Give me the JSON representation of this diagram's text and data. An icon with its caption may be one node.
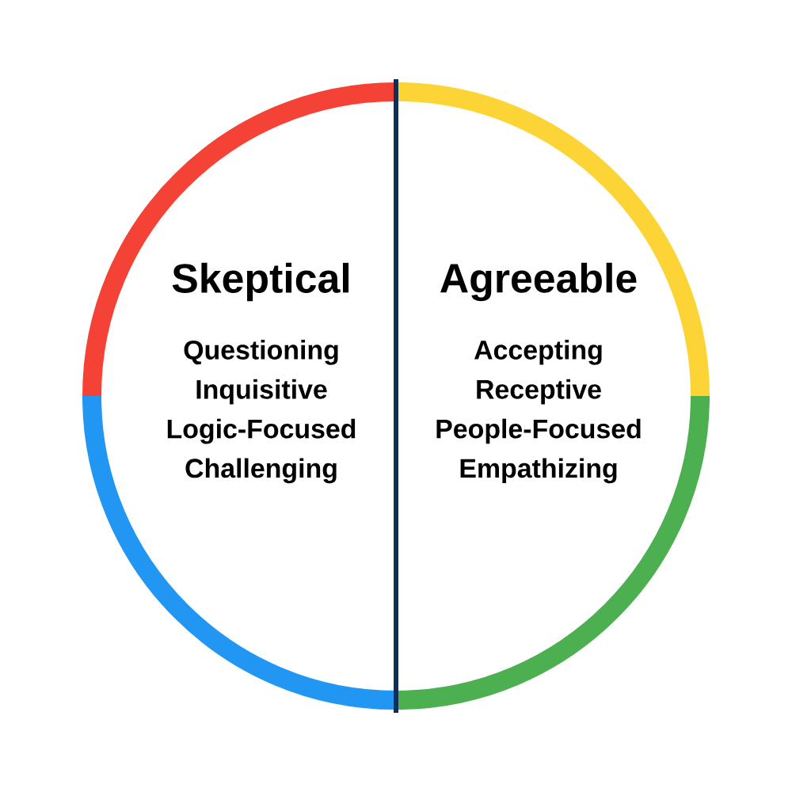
{
  "diagram": {
    "nodes": [
      {
        "text": [
          "Skeptical",
          "Questioning Inquisitive Logic-Focused Challenging"
        ]
      },
      {
        "text": [
          "Agreeable",
          "Accepting Receptive People-Focused Empathizing"
        ]
      }
    ]
  }
}
